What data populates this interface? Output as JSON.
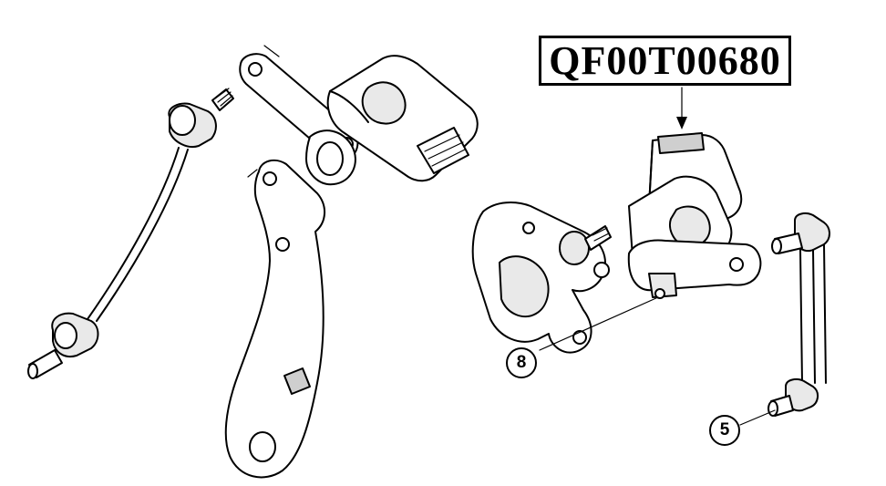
{
  "part_number": "QF00T00680",
  "callouts": [
    {
      "id": "8",
      "label": "8"
    },
    {
      "id": "5",
      "label": "5"
    }
  ],
  "colors": {
    "line": "#000000",
    "background": "#ffffff",
    "shade": "#e9e9e9"
  }
}
